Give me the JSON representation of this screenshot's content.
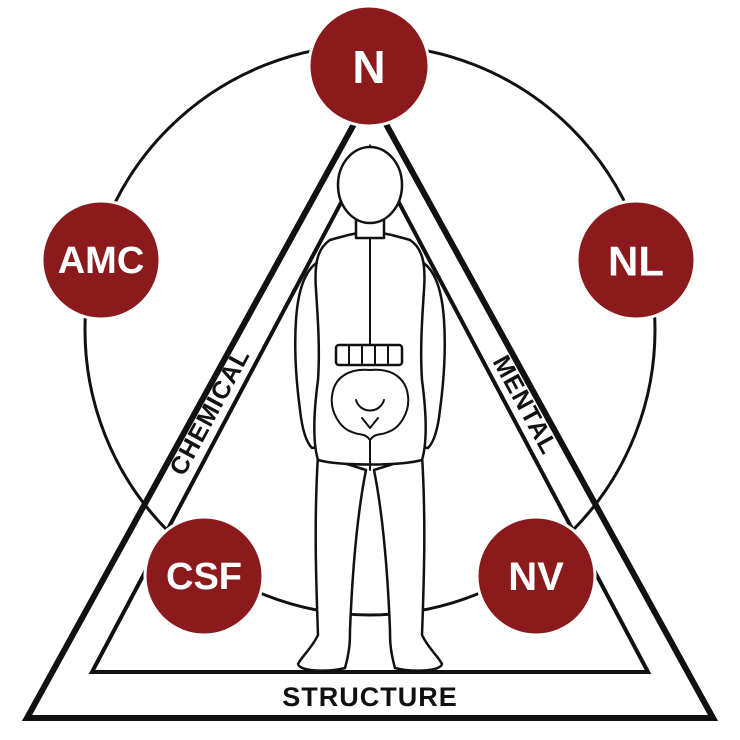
{
  "nodes": {
    "top": "N",
    "upper_left": "AMC",
    "upper_right": "NL",
    "lower_left": "CSF",
    "lower_right": "NV"
  },
  "sides": {
    "left": "CHEMICAL",
    "right": "MENTAL",
    "bottom": "STRUCTURE"
  },
  "colors": {
    "node_fill": "#8b1a1d",
    "line": "#111111",
    "background": "#ffffff"
  }
}
